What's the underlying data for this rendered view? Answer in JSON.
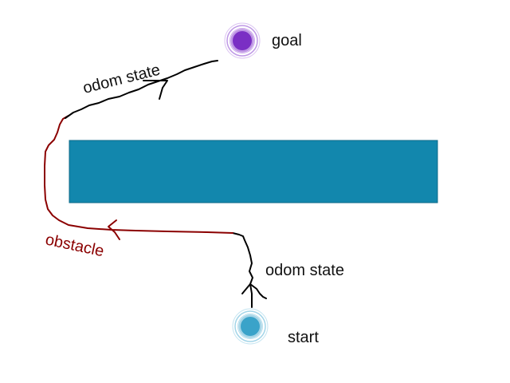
{
  "labels": {
    "goal": "goal",
    "start": "start",
    "odom_top": "odom state",
    "odom_bottom": "odom state",
    "obstacle": "obstacle"
  },
  "colors": {
    "obstacle_fill": "#1287ad",
    "obstacle_stroke": "#0d6a88",
    "goal_marker": "#7a2fc4",
    "start_marker": "#3aa3c9",
    "path_black": "#000000",
    "path_obstacle": "#8b0000"
  }
}
